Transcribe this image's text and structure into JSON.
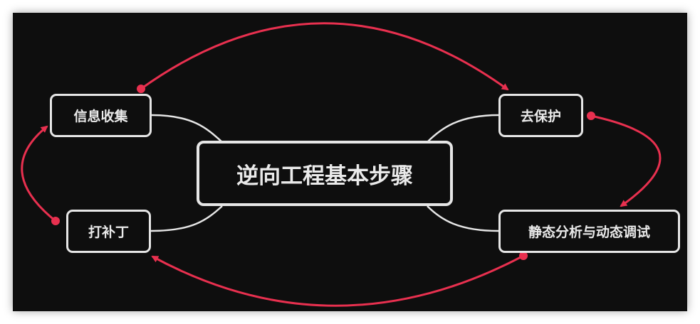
{
  "center": {
    "label": "逆向工程基本步骤"
  },
  "nodes": {
    "info": "信息收集",
    "patch": "打补丁",
    "unprotect": "去保护",
    "analysis": "静态分析与动态调试"
  },
  "colors": {
    "background": "#0e0e0e",
    "node_border": "#e6e6e6",
    "relation": "#e8304f"
  }
}
